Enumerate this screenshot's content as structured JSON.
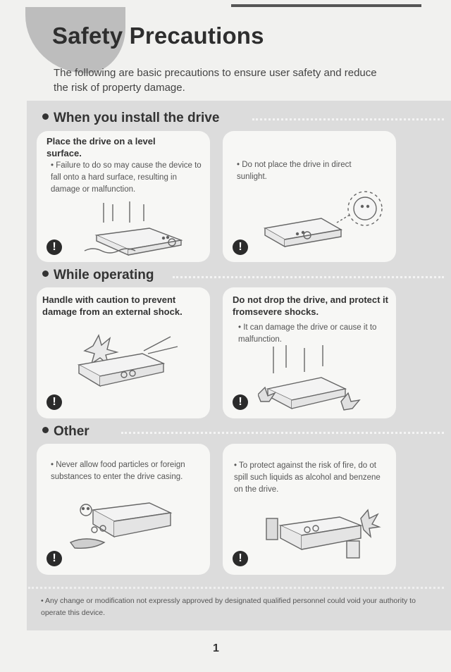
{
  "title": "Safety Precautions",
  "intro": "The following are basic precautions to ensure user safety and reduce the risk of property damage.",
  "sections": [
    {
      "title": "When you install the drive",
      "cards": [
        {
          "head": "Place the drive on a level surface.",
          "bullet": "• Failure to do so may cause the device to fall onto a hard surface, resulting in damage or malfunction."
        },
        {
          "head": "",
          "bullet": "• Do not place the drive in direct sunlight."
        }
      ]
    },
    {
      "title": "While operating",
      "cards": [
        {
          "head": "Handle with caution to prevent damage from an external shock.",
          "bullet": ""
        },
        {
          "head": "Do not drop the drive, and protect it fromsevere shocks.",
          "bullet": "• It can damage the drive or cause it to malfunction."
        }
      ]
    },
    {
      "title": "Other",
      "cards": [
        {
          "head": "",
          "bullet": "• Never allow food particles or foreign substances to enter the drive casing."
        },
        {
          "head": "",
          "bullet": "• To protect against the risk of fire, do ot spill such liquids as alcohol and benzene on the drive."
        }
      ]
    }
  ],
  "warning_symbol": "!",
  "warning_icon": "exclamation-circle-icon",
  "footer_note": "• Any change or modification not expressly approved by designated qualified personnel could void your authority to operate this device.",
  "page_number": "1"
}
